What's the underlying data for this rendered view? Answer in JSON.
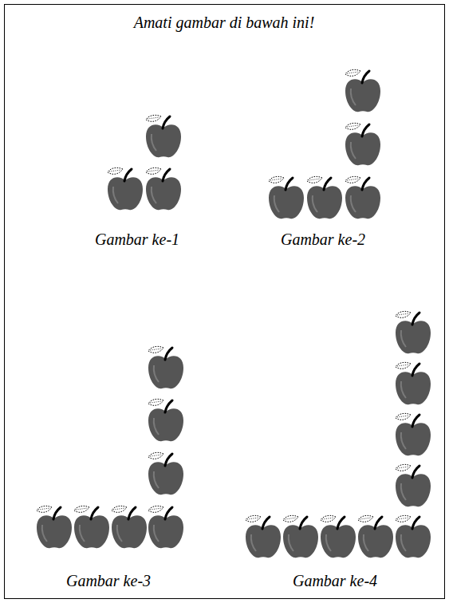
{
  "diagram": {
    "title": "Amati gambar di bawah ini!",
    "labels": [
      "Gambar ke-1",
      "Gambar ke-2",
      "Gambar ke-3",
      "Gambar ke-4"
    ]
  }
}
